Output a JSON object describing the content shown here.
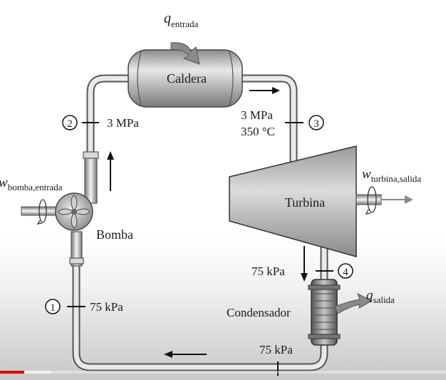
{
  "labels": {
    "q_in": "q",
    "q_in_sub": "entrada",
    "boiler": "Caldera",
    "turbine": "Turbina",
    "pump": "Bomba",
    "condenser": "Condensador",
    "w_pump": "w",
    "w_pump_sub": "bomba,entrada",
    "w_turb": "w",
    "w_turb_sub": "turbina,salida",
    "q_out": "q",
    "q_out_sub": "salida"
  },
  "states": {
    "s1": {
      "num": "1",
      "p": "75 kPa"
    },
    "s2": {
      "num": "2",
      "p": "3 MPa"
    },
    "s3": {
      "num": "3",
      "p": "3 MPa",
      "t": "350 °C"
    },
    "s4": {
      "num": "4",
      "p": "75 kPa"
    },
    "bottom_p": "75 kPa"
  },
  "video": {
    "progress": 0.055,
    "buffered": 0.115,
    "accent": "#e00000"
  }
}
